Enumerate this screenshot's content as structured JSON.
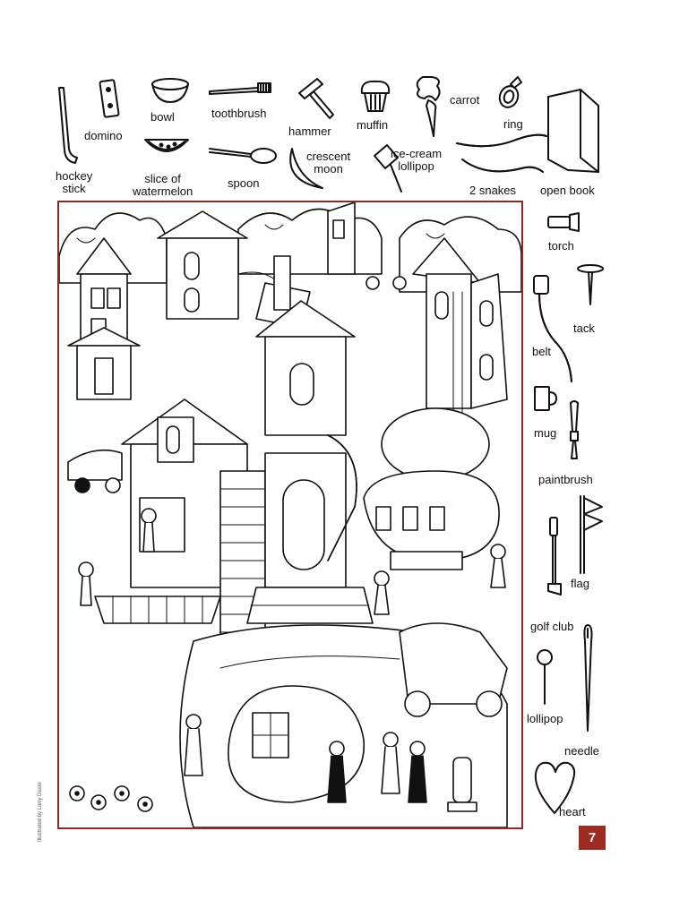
{
  "items": {
    "hockey_stick": "hockey\nstick",
    "domino": "domino",
    "bowl": "bowl",
    "watermelon": "slice of\nwatermelon",
    "toothbrush": "toothbrush",
    "spoon": "spoon",
    "hammer": "hammer",
    "muffin": "muffin",
    "crescent_moon": "crescent\nmoon",
    "icecream": "ice-cream\nlollipop",
    "carrot": "carrot",
    "ring": "ring",
    "snakes": "2 snakes",
    "open_book": "open book",
    "torch": "torch",
    "tack": "tack",
    "belt": "belt",
    "mug": "mug",
    "paintbrush": "paintbrush",
    "flag": "flag",
    "golf_club": "golf club",
    "lollipop": "lollipop",
    "needle": "needle",
    "heart": "heart"
  },
  "credit": "Illustrated by Larry Daste",
  "page_number": "7",
  "colors": {
    "frame": "#8a2a25",
    "badge": "#9c2b22"
  }
}
